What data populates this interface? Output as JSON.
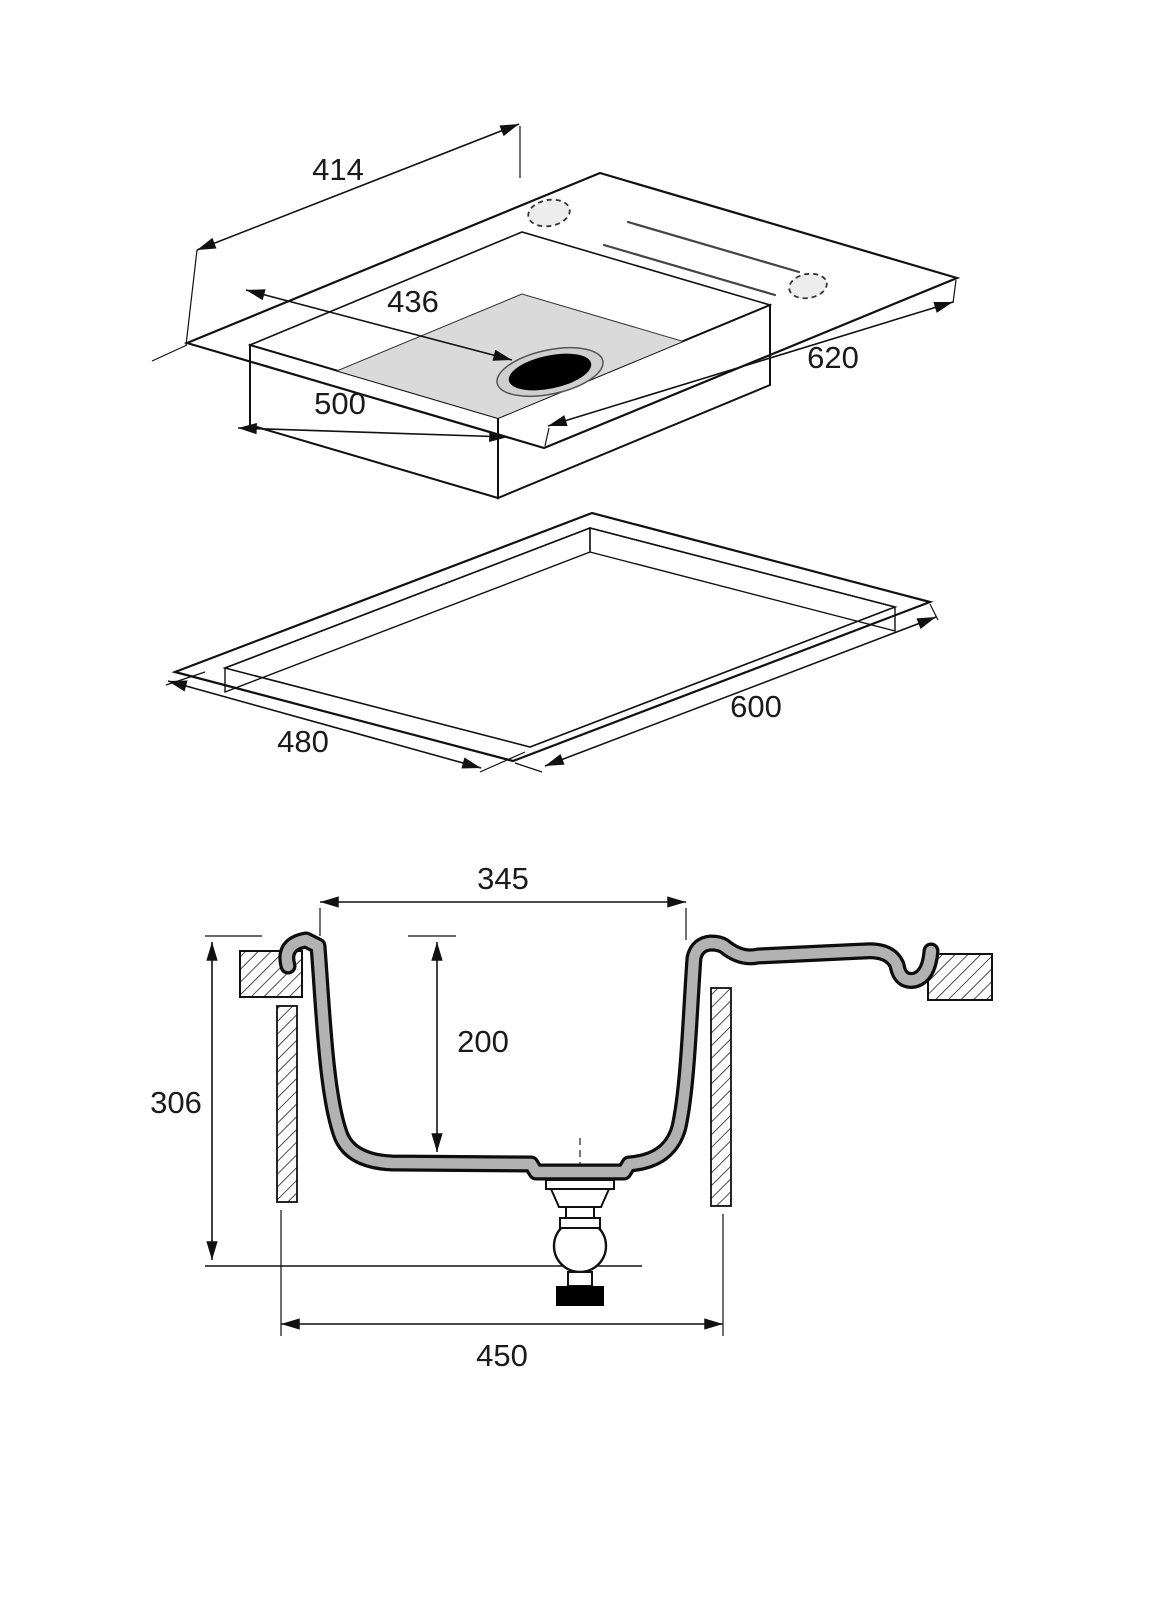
{
  "page": {
    "background": "#ffffff"
  },
  "colors": {
    "line": "#111111",
    "plate_fill": "#f2f2f2",
    "bowl_left_face": "#c3c3c3",
    "bowl_right_face": "#d6d6d6",
    "bowl_inner_wall": "#b9b9b9",
    "bowl_inner_bottom": "#dadada",
    "drain": "#000000",
    "cutout_slab": "#f4f4f4",
    "cutout_wall_left": "#b7b7b7",
    "cutout_wall_right": "#cecece",
    "cutout_hole": "#eaeaea",
    "section_body": "#b2b2b2"
  },
  "views": {
    "top_isometric": {
      "dims": {
        "rim_offset": "414",
        "bowl_to_drain": "436",
        "bowl_width": "500",
        "overall_length": "620"
      }
    },
    "cutout": {
      "dims": {
        "width": "480",
        "length": "600"
      }
    },
    "cross_section": {
      "dims": {
        "bowl_opening_width": "345",
        "bowl_depth": "200",
        "overall_height": "306",
        "cutout_span": "450"
      }
    }
  }
}
